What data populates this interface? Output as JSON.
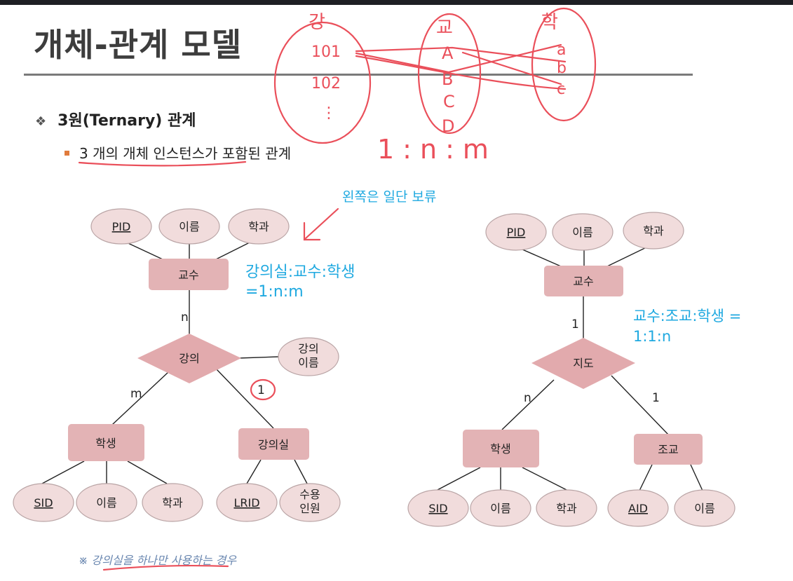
{
  "slide": {
    "title": "개체-관계 모델",
    "bullet_main": "3원(Ternary) 관계",
    "bullet_sub": "3 개의 개체 인스턴스가 포함된 관계"
  },
  "left_diagram": {
    "entity_professor": "교수",
    "prof_attrs": [
      "PID",
      "이름",
      "학과"
    ],
    "relationship": "강의",
    "rel_attr_line1": "강의",
    "rel_attr_line2": "이름",
    "entity_student": "학생",
    "student_attrs": [
      "SID",
      "이름",
      "학과"
    ],
    "entity_room": "강의실",
    "room_attr_lrid": "LRID",
    "room_attr_cap_line1": "수용",
    "room_attr_cap_line2": "인원",
    "card_prof": "n",
    "card_student": "m",
    "card_room": "1",
    "note_line1": "강의실:교수:학생",
    "note_line2": "=1:n:m",
    "hold_note": "왼쪽은 일단 보류",
    "footnote": "※ 강의실을 하나만 사용하는 경우"
  },
  "right_diagram": {
    "entity_professor": "교수",
    "prof_attrs": [
      "PID",
      "이름",
      "학과"
    ],
    "relationship": "지도",
    "entity_student": "학생",
    "student_attrs": [
      "SID",
      "이름",
      "학과"
    ],
    "entity_ta": "조교",
    "ta_attrs": [
      "AID",
      "이름"
    ],
    "card_prof": "1",
    "card_student": "n",
    "card_ta": "1",
    "note_line1": "교수:조교:학생 =",
    "note_line2": "1:1:n"
  },
  "handwriting": {
    "ratio": "1:n:m",
    "col1_header": "강",
    "col1_items": [
      "101",
      "102",
      "⋮"
    ],
    "col2_header": "교",
    "col2_items": [
      "A",
      "B",
      "C",
      "D"
    ],
    "col3_header": "학",
    "col3_items": [
      "a",
      "b",
      "c"
    ]
  },
  "colors": {
    "entity_fill": "#e3b3b5",
    "attr_fill": "#f1dcdc",
    "attr_stroke": "#b9a4a5",
    "relationship_fill": "#e2aaad",
    "note_blue": "#1fa9e0",
    "ink_red": "#ea4f5a"
  }
}
